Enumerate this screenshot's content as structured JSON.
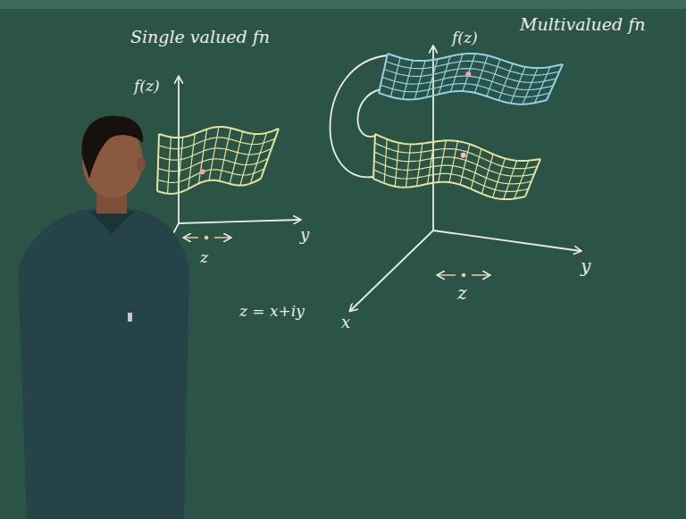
{
  "diagram": {
    "labels": [
      "Single valued fn",
      "f(z)",
      "y",
      "z",
      "z = x+iy",
      "f(z)",
      "Multivalued fn",
      "y",
      "x",
      "z"
    ]
  }
}
